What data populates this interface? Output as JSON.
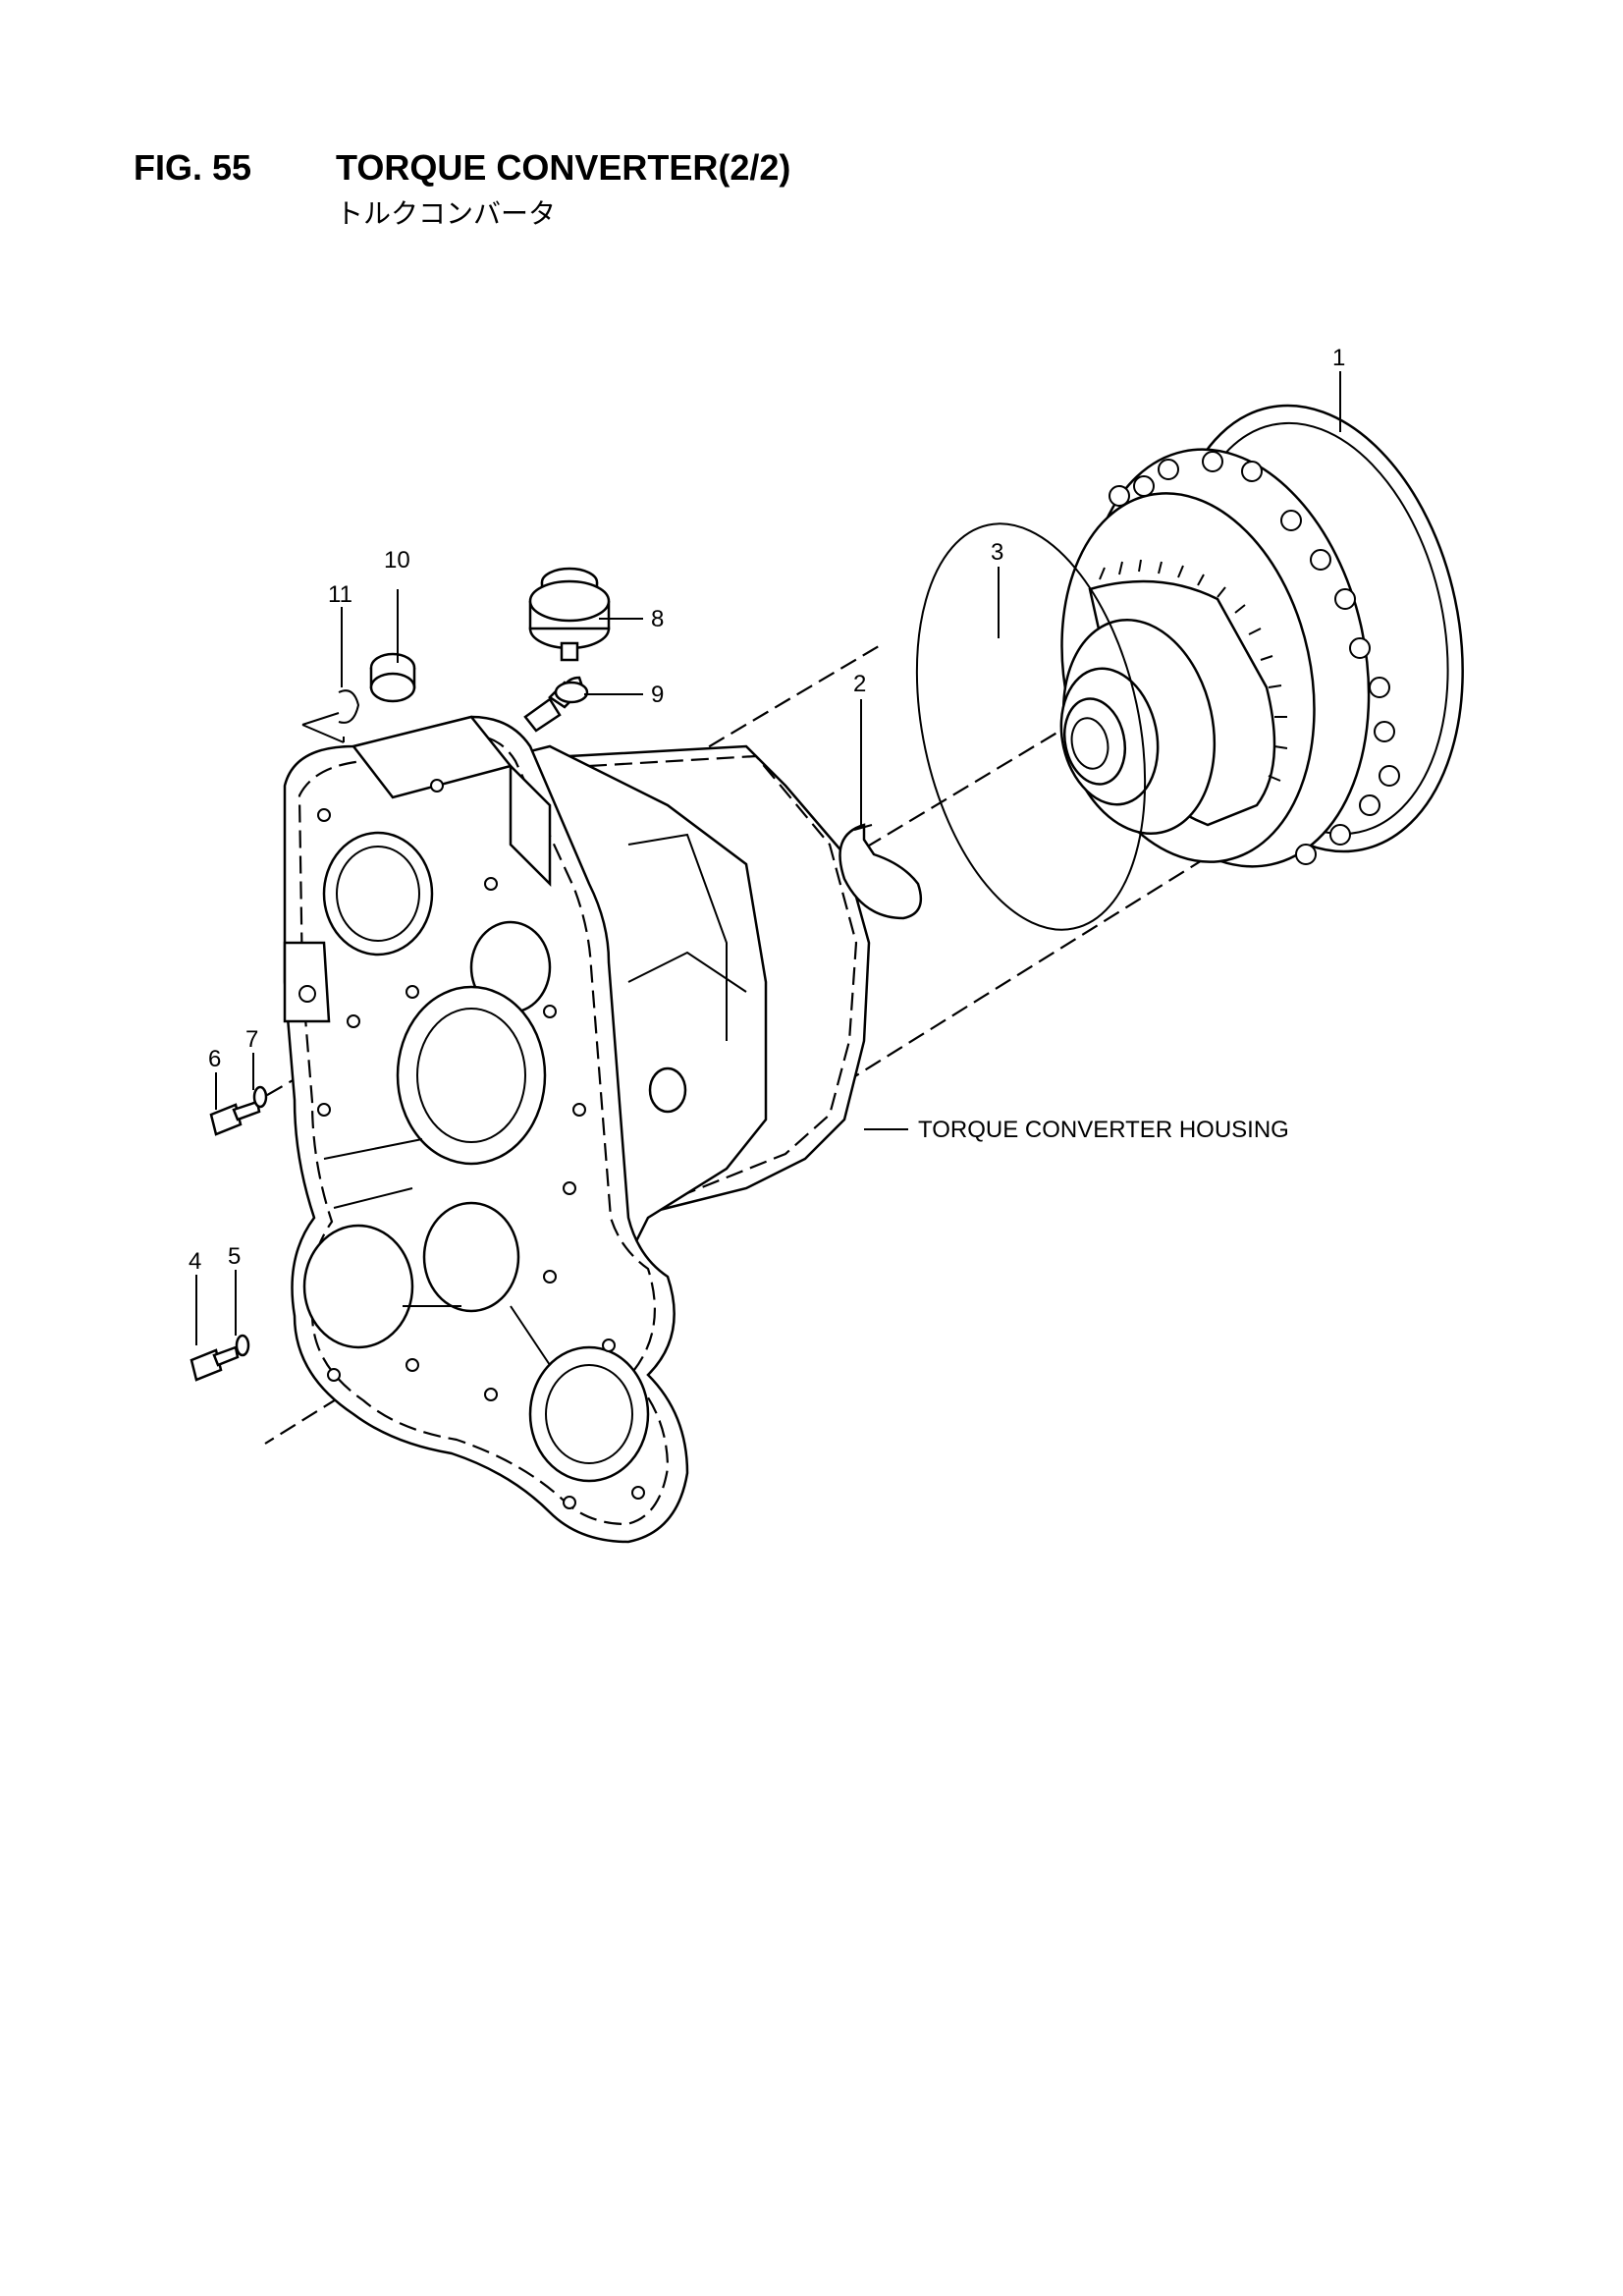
{
  "figure": {
    "number": "FIG. 55",
    "title": "TORQUE CONVERTER(2/2)",
    "subtitle": "トルクコンバータ"
  },
  "callouts": [
    {
      "id": "1",
      "label": "1"
    },
    {
      "id": "2",
      "label": "2"
    },
    {
      "id": "3",
      "label": "3"
    },
    {
      "id": "4",
      "label": "4"
    },
    {
      "id": "5",
      "label": "5"
    },
    {
      "id": "6",
      "label": "6"
    },
    {
      "id": "7",
      "label": "7"
    },
    {
      "id": "8",
      "label": "8"
    },
    {
      "id": "9",
      "label": "9"
    },
    {
      "id": "10",
      "label": "10"
    },
    {
      "id": "11",
      "label": "11"
    }
  ],
  "annotations": {
    "housing": "TORQUE CONVERTER HOUSING"
  }
}
